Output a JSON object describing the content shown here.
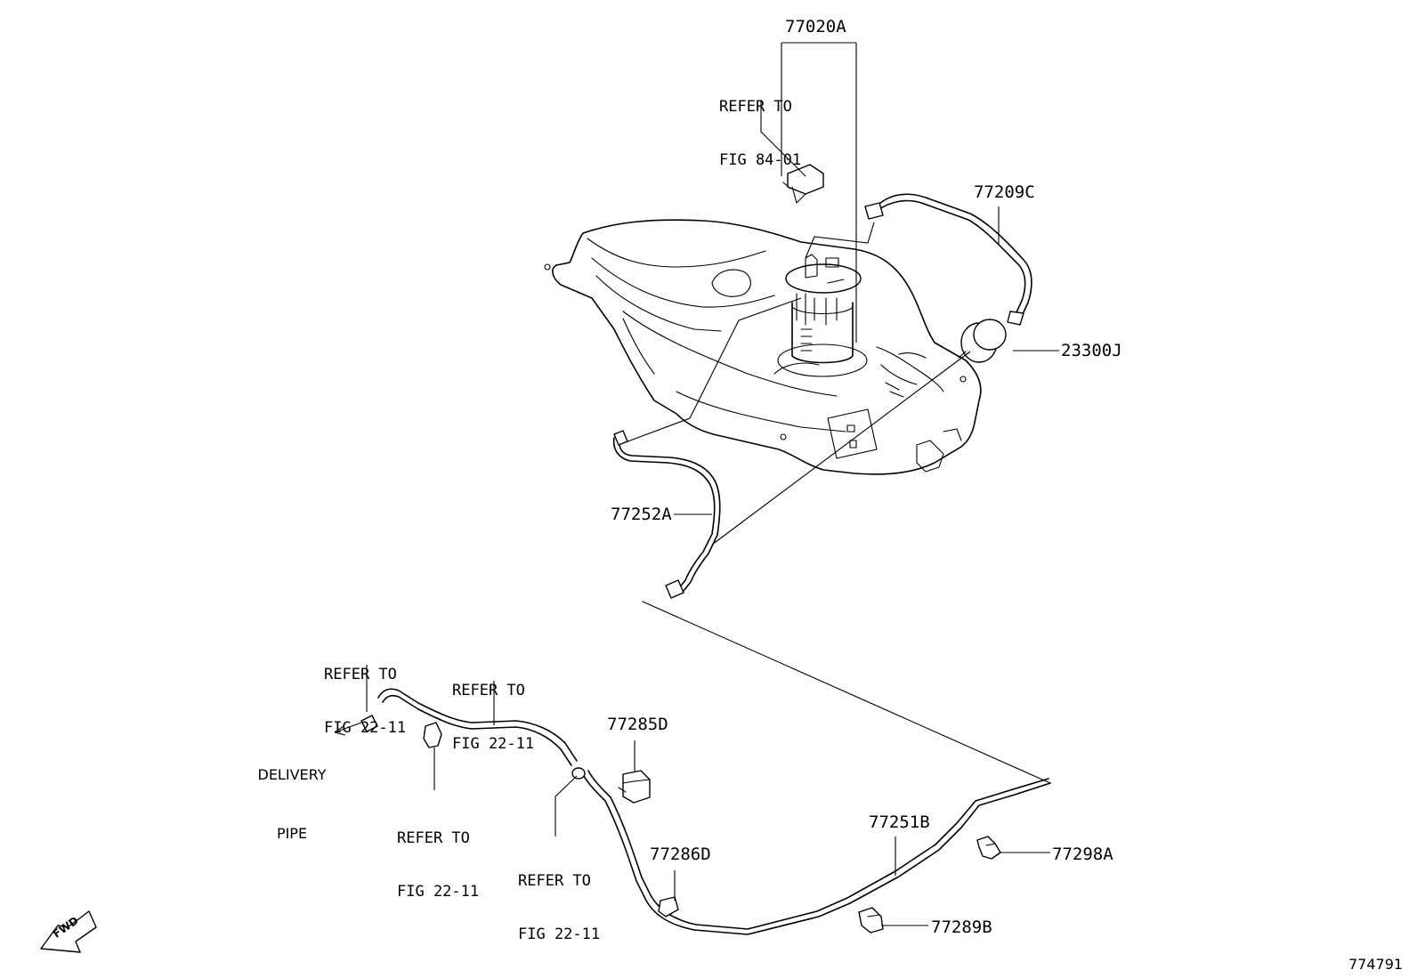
{
  "parts": {
    "p77020A": "77020A",
    "p77209C": "77209C",
    "p23300J": "23300J",
    "p77252A": "77252A",
    "p77285D": "77285D",
    "p77286D": "77286D",
    "p77251B": "77251B",
    "p77298A": "77298A",
    "p77289B": "77289B"
  },
  "references": {
    "ref_84_01": {
      "line1": "REFER TO",
      "line2": "FIG 84-01"
    },
    "ref_22_11_a": {
      "line1": "REFER TO",
      "line2": "FIG 22-11"
    },
    "ref_22_11_b": {
      "line1": "REFER TO",
      "line2": "FIG 22-11"
    },
    "ref_22_11_c": {
      "line1": "REFER TO",
      "line2": "FIG 22-11"
    },
    "ref_22_11_d": {
      "line1": "REFER TO",
      "line2": "FIG 22-11"
    }
  },
  "delivery_pipe": {
    "line1": "DELIVERY",
    "line2": "PIPE"
  },
  "fwd_arrow": {
    "label": "FWD",
    "icon": "fwd-arrow-icon"
  },
  "diagram_id": "774791"
}
